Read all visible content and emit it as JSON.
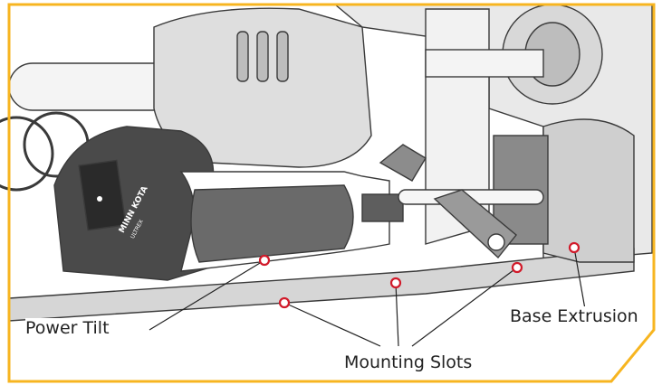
{
  "figure": {
    "frame_color": "#F7B520",
    "callout_color": "#D11A2A",
    "line_color": "#222222"
  },
  "callouts": [
    {
      "id": "power-tilt",
      "label": "Power Tilt"
    },
    {
      "id": "mounting-slots",
      "label": "Mounting Slots"
    },
    {
      "id": "base-extrusion",
      "label": "Base Extrusion"
    }
  ],
  "motor_badge": {
    "brand": "MINN KOTA",
    "model": "ULTREX"
  }
}
